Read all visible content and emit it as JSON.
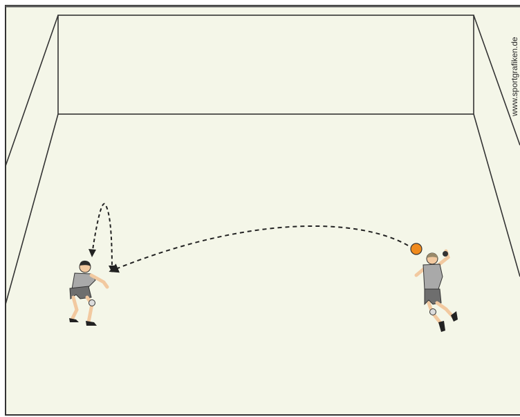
{
  "diagram": {
    "watermark": "www.sportgrafiken.de",
    "colors": {
      "floor": "#f4f6e8",
      "wall_line": "#333333",
      "ball": "#f08a1c",
      "shirt": "#a9a9a9",
      "shorts": "#6e6e6e",
      "skin": "#f2c9a0",
      "hair": "#2b2b2b"
    },
    "elements": [
      "court",
      "player-left",
      "player-right",
      "ball",
      "pass-trajectory",
      "self-pass-trajectory"
    ]
  }
}
